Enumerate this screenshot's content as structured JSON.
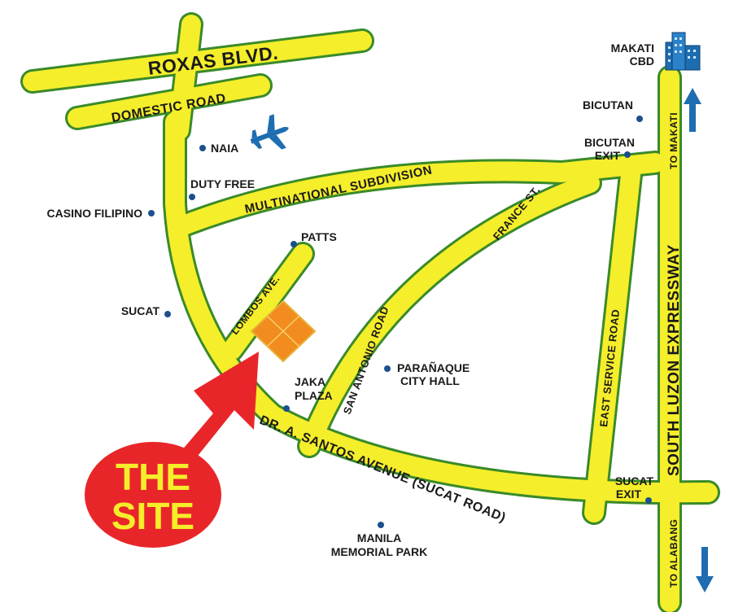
{
  "roads": {
    "roxas": "ROXAS BLVD.",
    "domestic": "DOMESTIC ROAD",
    "multinational": "MULTINATIONAL SUBDIVISION",
    "france": "FRANCE ST.",
    "san_antonio": "SAN ANTONIO ROAD",
    "lombos": "LOMBOS AVE.",
    "east_service": "EAST SERVICE ROAD",
    "slex": "SOUTH LUZON EXPRESSWAY",
    "to_makati": "TO MAKATI",
    "to_alabang": "TO ALABANG",
    "dr_santos": "DR. A. SANTOS AVENUE (SUCAT ROAD)"
  },
  "pois": {
    "makati_line1": "MAKATI",
    "makati_line2": "CBD",
    "bicutan": "BICUTAN",
    "bicutan_exit_line1": "BICUTAN",
    "bicutan_exit_line2": "EXIT",
    "naia": "NAIA",
    "duty_free": "DUTY FREE",
    "casino": "CASINO FILIPINO",
    "patts": "PATTS",
    "sucat": "SUCAT",
    "paranaque_line1": "PARAÑAQUE",
    "paranaque_line2": "CITY HALL",
    "jaka_line1": "JAKA",
    "jaka_line2": "PLAZA",
    "sucat_exit_line1": "SUCAT",
    "sucat_exit_line2": "EXIT",
    "manila_line1": "MANILA",
    "manila_line2": "MEMORIAL PARK"
  },
  "site": {
    "line1": "THE",
    "line2": "SITE"
  },
  "colors": {
    "road_fill": "#f5ee2a",
    "road_outline": "#3a8a2a",
    "poi_dot": "#1d4f8c",
    "site_marker": "#f28c1e",
    "callout_red": "#e8262a",
    "arrow_blue": "#1d6db0"
  },
  "icons": [
    "airplane-icon",
    "building-icon",
    "north-arrow-icon",
    "south-arrow-icon",
    "site-marker-icon"
  ]
}
